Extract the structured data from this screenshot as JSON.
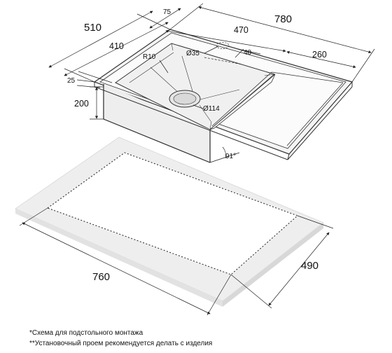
{
  "dimensions": {
    "d75": "75",
    "d780": "780",
    "d510": "510",
    "d470": "470",
    "d410": "410",
    "r10": "R10",
    "d35": "Ø35",
    "d40": "40",
    "d260": "260",
    "d25": "25",
    "d200": "200",
    "d114": "Ø114",
    "a91": "91°",
    "d760": "760",
    "d490": "490"
  },
  "notes": {
    "line1": "*Схема для подстольного монтажа",
    "line2": "**Установочный проем рекомендуется делать с изделия"
  }
}
